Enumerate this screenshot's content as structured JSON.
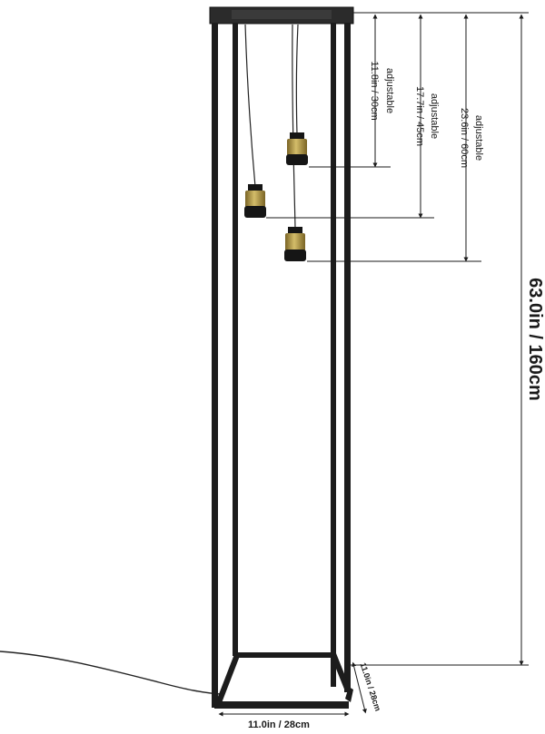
{
  "product": {
    "frame_color": "#1c1c1c",
    "socket_color": "#b39a4a",
    "cord_color": "#222222"
  },
  "dimensions": {
    "height": "63.0in / 160cm",
    "width": "11.0in / 28cm",
    "depth": "11.0in / 28cm",
    "cords": [
      {
        "label": "adjustable",
        "value": "11.8in / 30cm"
      },
      {
        "label": "adjustable",
        "value": "17.7in / 45cm"
      },
      {
        "label": "adjustable",
        "value": "23.6in / 60cm"
      }
    ]
  }
}
